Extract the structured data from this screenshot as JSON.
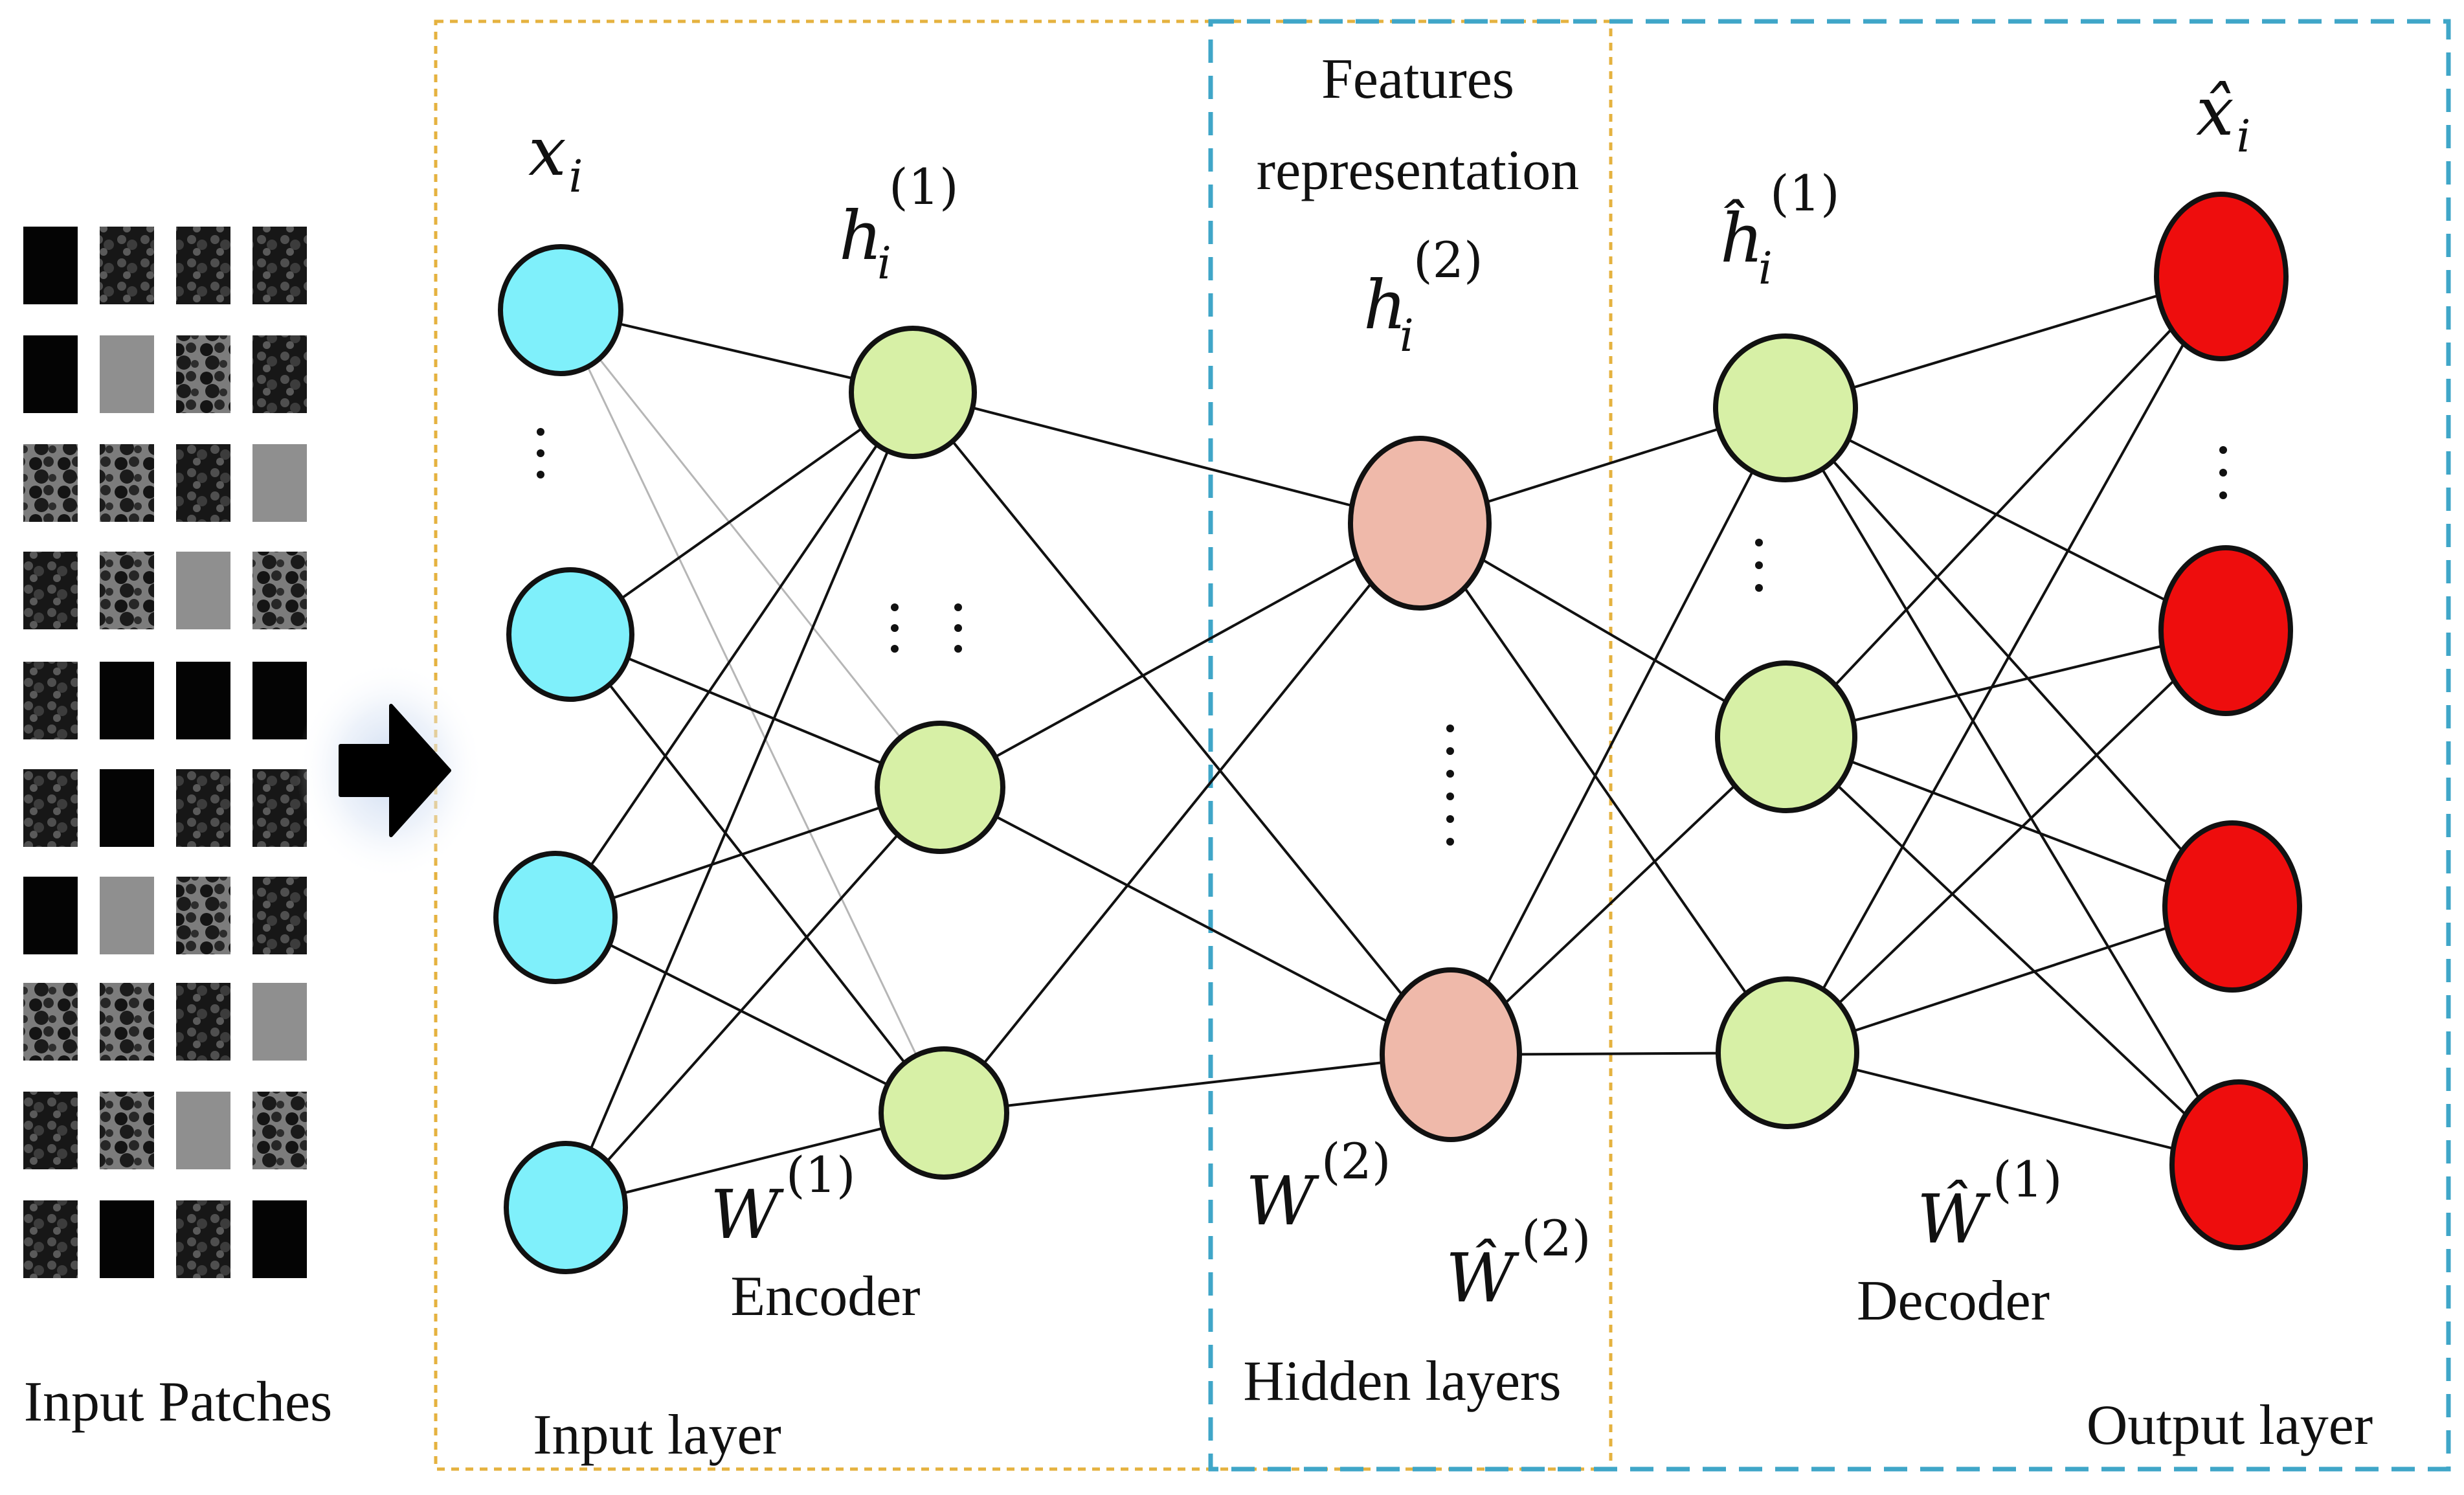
{
  "labels": {
    "input_patches": "Input Patches",
    "input_layer": "Input layer",
    "encoder": "Encoder",
    "features_line1": "Features",
    "features_line2": "representation",
    "hidden_layers": "Hidden layers",
    "decoder": "Decoder",
    "output_layer": "Output layer"
  },
  "math": {
    "x_i": {
      "base": "x",
      "sub": "i"
    },
    "h1": {
      "base": "h",
      "sup": "(1)",
      "sub": "i"
    },
    "h2": {
      "base": "h",
      "sup": "(2)",
      "sub": "i"
    },
    "h1_hat": {
      "base": "ĥ",
      "sup": "(1)",
      "sub": "i"
    },
    "x_hat_i": {
      "base": "x̂",
      "sub": "i"
    },
    "W1": {
      "base": "W",
      "sup": "(1)"
    },
    "W2": {
      "base": "W",
      "sup": "(2)"
    },
    "W2_hat": {
      "base": "Ŵ",
      "sup": "(2)"
    },
    "W1_hat": {
      "base": "Ŵ",
      "sup": "(1)"
    }
  },
  "colors": {
    "input_node": "#7ff0fb",
    "encoder_node": "#d7f0a6",
    "feature_node": "#efb9aa",
    "decoder_node": "#d7f0a6",
    "output_node": "#ee0d0d",
    "yellow_box": "#e5b23f",
    "blue_box": "#3fa6c8",
    "arrow": "#000000"
  },
  "patch_grid": {
    "rows": 10,
    "cols": 4,
    "tones": [
      [
        "dark",
        "dark-textured",
        "dark-textured",
        "dark-textured"
      ],
      [
        "dark",
        "gray",
        "textured",
        "dark-textured"
      ],
      [
        "textured",
        "textured",
        "dark-textured",
        "gray"
      ],
      [
        "dark-textured",
        "textured",
        "gray",
        "textured"
      ],
      [
        "dark-textured",
        "dark",
        "dark",
        "dark"
      ],
      [
        "dark-textured",
        "dark",
        "dark-textured",
        "dark-textured"
      ],
      [
        "dark",
        "gray",
        "textured",
        "dark-textured"
      ],
      [
        "textured",
        "textured",
        "dark-textured",
        "gray"
      ],
      [
        "dark-textured",
        "textured",
        "gray",
        "textured"
      ],
      [
        "dark-textured",
        "dark",
        "dark-textured",
        "dark"
      ]
    ]
  }
}
